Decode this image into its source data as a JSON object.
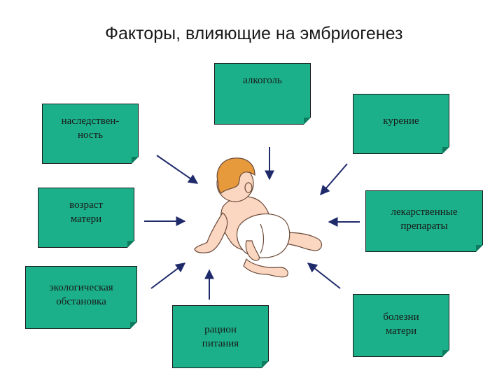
{
  "title": "Факторы, влияющие на эмбриогенез",
  "colors": {
    "box_fill": "#1bb08a",
    "arrow": "#1f2a6b",
    "text": "#1a1a1a"
  },
  "factors": {
    "alcohol": "алкоголь",
    "heredity": "наследствен-\nность",
    "smoking": "курение",
    "mother_age": "возраст\nматери",
    "medications": "лекарственные\nпрепараты",
    "ecology": "экологическая\nобстановка",
    "diet": "рацион\nпитания",
    "mother_diseases": "болезни\nматери"
  },
  "center_image": "crawling-baby-illustration"
}
